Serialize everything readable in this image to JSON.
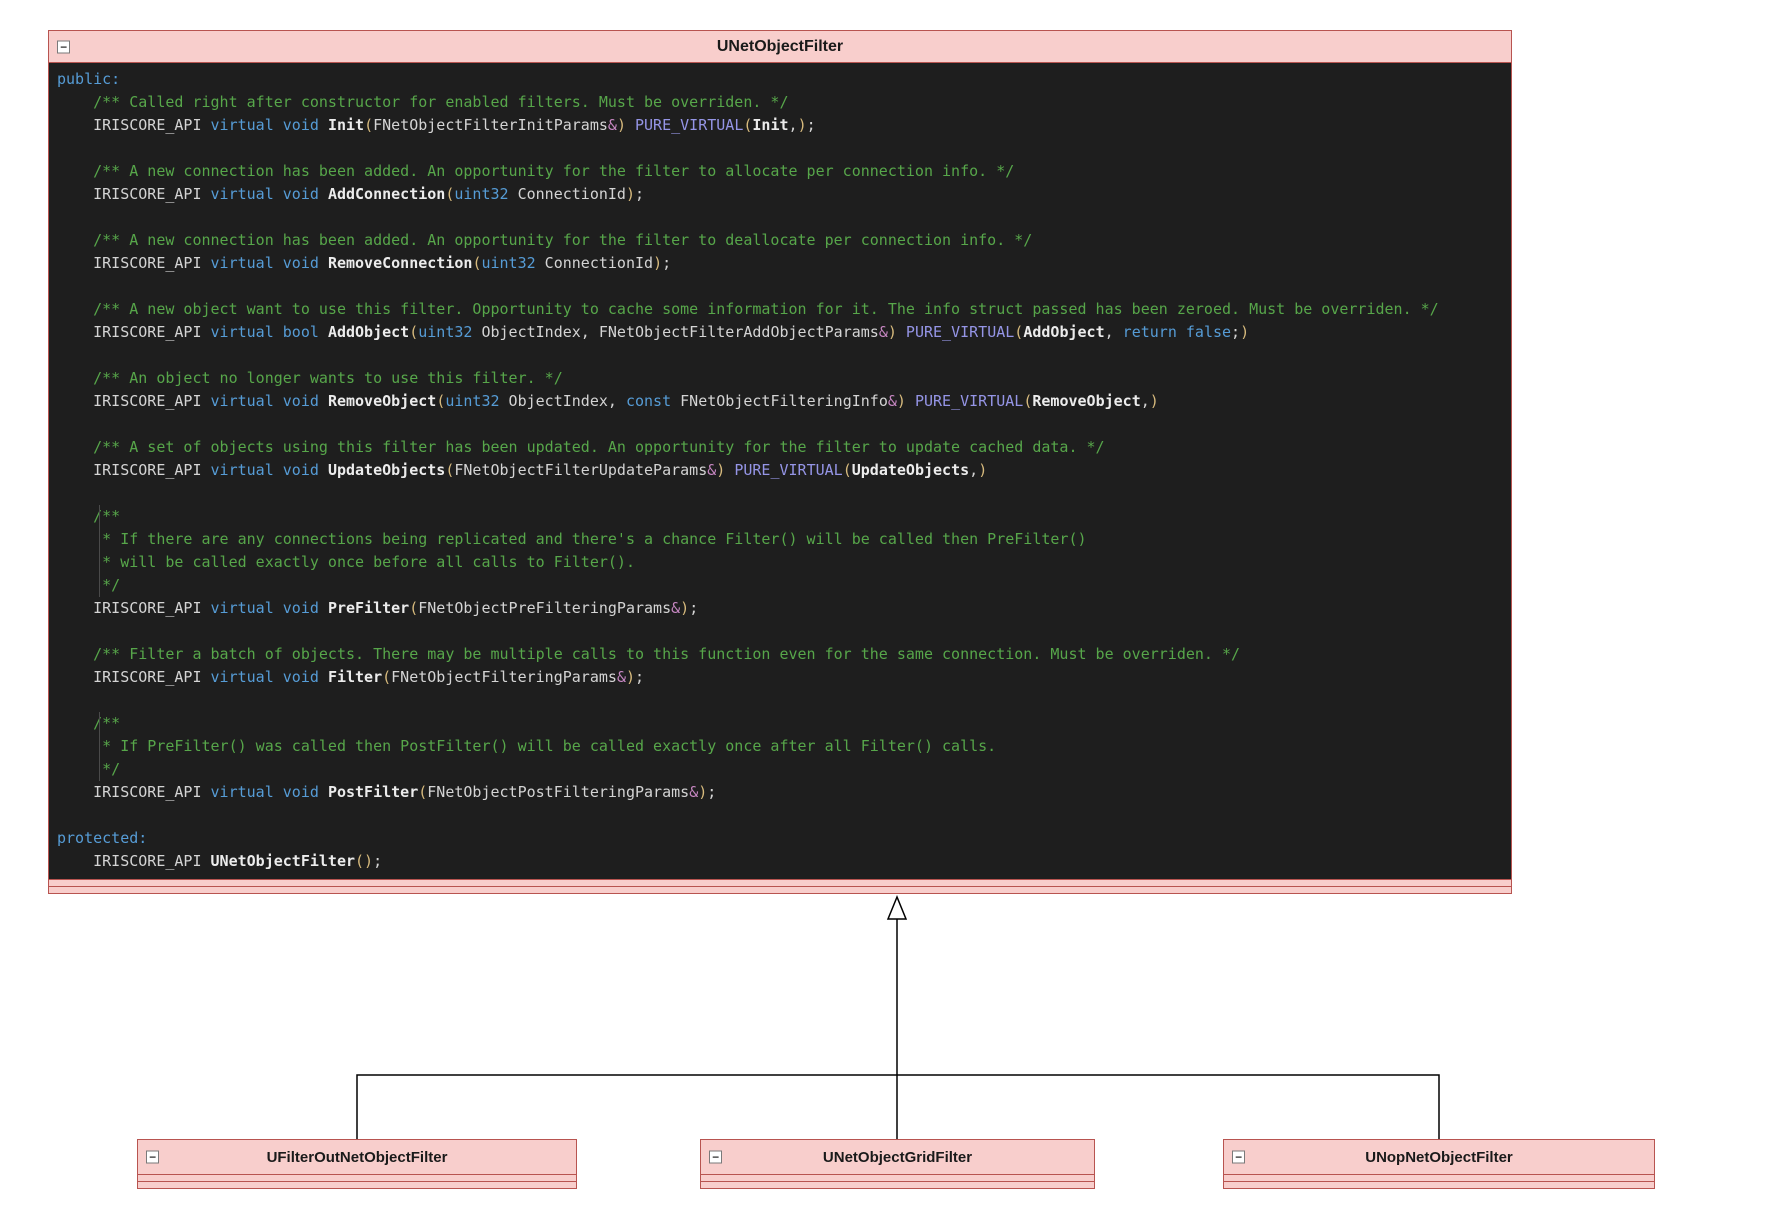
{
  "colors": {
    "box_fill": "#F8CECC",
    "box_border": "#B85450",
    "code_background": "#1E1E1E",
    "comment": "#57A64A",
    "keyword": "#569CD6",
    "macro": "#9595E6",
    "function_name": "#ECECEC",
    "paren": "#D7BA7D",
    "ampersand": "#C586C0",
    "connector": "#000000"
  },
  "icons": {
    "collapse": "−"
  },
  "diagram": {
    "parent": {
      "title": "UNetObjectFilter"
    },
    "children": [
      {
        "title": "UFilterOutNetObjectFilter"
      },
      {
        "title": "UNetObjectGridFilter"
      },
      {
        "title": "UNopNetObjectFilter"
      }
    ]
  },
  "code": {
    "lines": [
      {
        "s": [
          [
            "k",
            "public:"
          ]
        ]
      },
      {
        "s": [
          [
            "p",
            "    "
          ],
          [
            "c",
            "/** Called right after constructor for enabled filters. Must be overriden. */"
          ]
        ]
      },
      {
        "s": [
          [
            "p",
            "    IRISCORE_API "
          ],
          [
            "k",
            "virtual"
          ],
          [
            "p",
            " "
          ],
          [
            "k",
            "void"
          ],
          [
            "p",
            " "
          ],
          [
            "f",
            "Init"
          ],
          [
            "g",
            "("
          ],
          [
            "p",
            "FNetObjectFilterInitParams"
          ],
          [
            "a",
            "&"
          ],
          [
            "g",
            ")"
          ],
          [
            "p",
            " "
          ],
          [
            "m",
            "PURE_VIRTUAL"
          ],
          [
            "g",
            "("
          ],
          [
            "f",
            "Init"
          ],
          [
            "p",
            ","
          ],
          [
            "g",
            ")"
          ],
          [
            "p",
            ";"
          ]
        ]
      },
      {
        "s": []
      },
      {
        "s": [
          [
            "p",
            "    "
          ],
          [
            "c",
            "/** A new connection has been added. An opportunity for the filter to allocate per connection info. */"
          ]
        ]
      },
      {
        "s": [
          [
            "p",
            "    IRISCORE_API "
          ],
          [
            "k",
            "virtual"
          ],
          [
            "p",
            " "
          ],
          [
            "k",
            "void"
          ],
          [
            "p",
            " "
          ],
          [
            "f",
            "AddConnection"
          ],
          [
            "g",
            "("
          ],
          [
            "k",
            "uint32"
          ],
          [
            "p",
            " ConnectionId"
          ],
          [
            "g",
            ")"
          ],
          [
            "p",
            ";"
          ]
        ]
      },
      {
        "s": []
      },
      {
        "s": [
          [
            "p",
            "    "
          ],
          [
            "c",
            "/** A new connection has been added. An opportunity for the filter to deallocate per connection info. */"
          ]
        ]
      },
      {
        "s": [
          [
            "p",
            "    IRISCORE_API "
          ],
          [
            "k",
            "virtual"
          ],
          [
            "p",
            " "
          ],
          [
            "k",
            "void"
          ],
          [
            "p",
            " "
          ],
          [
            "f",
            "RemoveConnection"
          ],
          [
            "g",
            "("
          ],
          [
            "k",
            "uint32"
          ],
          [
            "p",
            " ConnectionId"
          ],
          [
            "g",
            ")"
          ],
          [
            "p",
            ";"
          ]
        ]
      },
      {
        "s": []
      },
      {
        "s": [
          [
            "p",
            "    "
          ],
          [
            "c",
            "/** A new object want to use this filter. Opportunity to cache some information for it. The info struct passed has been zeroed. Must be overriden. */"
          ]
        ]
      },
      {
        "s": [
          [
            "p",
            "    IRISCORE_API "
          ],
          [
            "k",
            "virtual"
          ],
          [
            "p",
            " "
          ],
          [
            "k",
            "bool"
          ],
          [
            "p",
            " "
          ],
          [
            "f",
            "AddObject"
          ],
          [
            "g",
            "("
          ],
          [
            "k",
            "uint32"
          ],
          [
            "p",
            " ObjectIndex, FNetObjectFilterAddObjectParams"
          ],
          [
            "a",
            "&"
          ],
          [
            "g",
            ")"
          ],
          [
            "p",
            " "
          ],
          [
            "m",
            "PURE_VIRTUAL"
          ],
          [
            "g",
            "("
          ],
          [
            "f",
            "AddObject"
          ],
          [
            "p",
            ", "
          ],
          [
            "k",
            "return"
          ],
          [
            "p",
            " "
          ],
          [
            "k",
            "false"
          ],
          [
            "p",
            ";"
          ],
          [
            "g",
            ")"
          ]
        ]
      },
      {
        "s": []
      },
      {
        "s": [
          [
            "p",
            "    "
          ],
          [
            "c",
            "/** An object no longer wants to use this filter. */"
          ]
        ]
      },
      {
        "s": [
          [
            "p",
            "    IRISCORE_API "
          ],
          [
            "k",
            "virtual"
          ],
          [
            "p",
            " "
          ],
          [
            "k",
            "void"
          ],
          [
            "p",
            " "
          ],
          [
            "f",
            "RemoveObject"
          ],
          [
            "g",
            "("
          ],
          [
            "k",
            "uint32"
          ],
          [
            "p",
            " ObjectIndex, "
          ],
          [
            "k",
            "const"
          ],
          [
            "p",
            " FNetObjectFilteringInfo"
          ],
          [
            "a",
            "&"
          ],
          [
            "g",
            ")"
          ],
          [
            "p",
            " "
          ],
          [
            "m",
            "PURE_VIRTUAL"
          ],
          [
            "g",
            "("
          ],
          [
            "f",
            "RemoveObject"
          ],
          [
            "p",
            ","
          ],
          [
            "g",
            ")"
          ]
        ]
      },
      {
        "s": []
      },
      {
        "s": [
          [
            "p",
            "    "
          ],
          [
            "c",
            "/** A set of objects using this filter has been updated. An opportunity for the filter to update cached data. */"
          ]
        ]
      },
      {
        "s": [
          [
            "p",
            "    IRISCORE_API "
          ],
          [
            "k",
            "virtual"
          ],
          [
            "p",
            " "
          ],
          [
            "k",
            "void"
          ],
          [
            "p",
            " "
          ],
          [
            "f",
            "UpdateObjects"
          ],
          [
            "g",
            "("
          ],
          [
            "p",
            "FNetObjectFilterUpdateParams"
          ],
          [
            "a",
            "&"
          ],
          [
            "g",
            ")"
          ],
          [
            "p",
            " "
          ],
          [
            "m",
            "PURE_VIRTUAL"
          ],
          [
            "g",
            "("
          ],
          [
            "f",
            "UpdateObjects"
          ],
          [
            "p",
            ","
          ],
          [
            "g",
            ")"
          ]
        ]
      },
      {
        "s": []
      },
      {
        "g": true,
        "s": [
          [
            "p",
            "    "
          ],
          [
            "c",
            "/**"
          ]
        ]
      },
      {
        "g": true,
        "s": [
          [
            "p",
            "    "
          ],
          [
            "c",
            " * If there are any connections being replicated and there's a chance Filter() will be called then PreFilter()"
          ]
        ]
      },
      {
        "g": true,
        "s": [
          [
            "p",
            "    "
          ],
          [
            "c",
            " * will be called exactly once before all calls to Filter()."
          ]
        ]
      },
      {
        "g": true,
        "s": [
          [
            "p",
            "    "
          ],
          [
            "c",
            " */"
          ]
        ]
      },
      {
        "s": [
          [
            "p",
            "    IRISCORE_API "
          ],
          [
            "k",
            "virtual"
          ],
          [
            "p",
            " "
          ],
          [
            "k",
            "void"
          ],
          [
            "p",
            " "
          ],
          [
            "f",
            "PreFilter"
          ],
          [
            "g",
            "("
          ],
          [
            "p",
            "FNetObjectPreFilteringParams"
          ],
          [
            "a",
            "&"
          ],
          [
            "g",
            ")"
          ],
          [
            "p",
            ";"
          ]
        ]
      },
      {
        "s": []
      },
      {
        "s": [
          [
            "p",
            "    "
          ],
          [
            "c",
            "/** Filter a batch of objects. There may be multiple calls to this function even for the same connection. Must be overriden. */"
          ]
        ]
      },
      {
        "s": [
          [
            "p",
            "    IRISCORE_API "
          ],
          [
            "k",
            "virtual"
          ],
          [
            "p",
            " "
          ],
          [
            "k",
            "void"
          ],
          [
            "p",
            " "
          ],
          [
            "f",
            "Filter"
          ],
          [
            "g",
            "("
          ],
          [
            "p",
            "FNetObjectFilteringParams"
          ],
          [
            "a",
            "&"
          ],
          [
            "g",
            ")"
          ],
          [
            "p",
            ";"
          ]
        ]
      },
      {
        "s": []
      },
      {
        "g": true,
        "s": [
          [
            "p",
            "    "
          ],
          [
            "c",
            "/**"
          ]
        ]
      },
      {
        "g": true,
        "s": [
          [
            "p",
            "    "
          ],
          [
            "c",
            " * If PreFilter() was called then PostFilter() will be called exactly once after all Filter() calls."
          ]
        ]
      },
      {
        "g": true,
        "s": [
          [
            "p",
            "    "
          ],
          [
            "c",
            " */"
          ]
        ]
      },
      {
        "s": [
          [
            "p",
            "    IRISCORE_API "
          ],
          [
            "k",
            "virtual"
          ],
          [
            "p",
            " "
          ],
          [
            "k",
            "void"
          ],
          [
            "p",
            " "
          ],
          [
            "f",
            "PostFilter"
          ],
          [
            "g",
            "("
          ],
          [
            "p",
            "FNetObjectPostFilteringParams"
          ],
          [
            "a",
            "&"
          ],
          [
            "g",
            ")"
          ],
          [
            "p",
            ";"
          ]
        ]
      },
      {
        "s": []
      },
      {
        "s": [
          [
            "k",
            "protected:"
          ]
        ]
      },
      {
        "s": [
          [
            "p",
            "    IRISCORE_API "
          ],
          [
            "f",
            "UNetObjectFilter"
          ],
          [
            "g",
            "()"
          ],
          [
            "p",
            ";"
          ]
        ]
      }
    ]
  }
}
